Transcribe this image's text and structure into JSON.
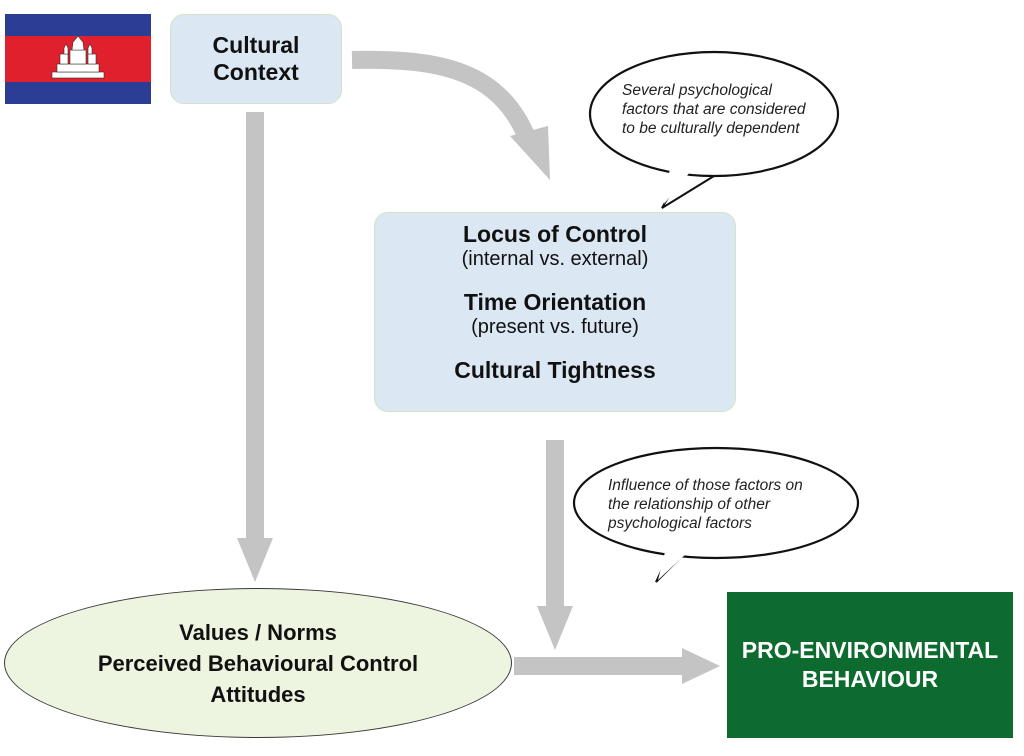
{
  "nodes": {
    "cultural_context": {
      "line1": "Cultural",
      "line2": "Context"
    },
    "factors": {
      "locus_title": "Locus of Control",
      "locus_sub": "(internal vs. external)",
      "time_title": "Time Orientation",
      "time_sub": "(present vs. future)",
      "tightness_title": "Cultural Tightness"
    },
    "outcomes": {
      "line1": "Values / Norms",
      "line2": "Perceived Behavioural Control",
      "line3": "Attitudes"
    },
    "behaviour": {
      "line1": "PRO-ENVIRONMENTAL",
      "line2": "BEHAVIOUR"
    }
  },
  "callouts": {
    "top": {
      "line1": "Several psychological",
      "line2": "factors that are considered",
      "line3": "to be culturally dependent"
    },
    "bottom": {
      "line1": "Influence of those factors on",
      "line2": "the relationship of other",
      "line3": "psychological factors"
    }
  },
  "colors": {
    "context_fill": "#dbe8f3",
    "outcomes_fill": "#edf4df",
    "behaviour_fill": "#0d6b2f",
    "arrow": "#c4c4c4",
    "flag_blue": "#2b3d94",
    "flag_red": "#e0202c"
  },
  "flag_icon": "cambodia-flag-icon"
}
